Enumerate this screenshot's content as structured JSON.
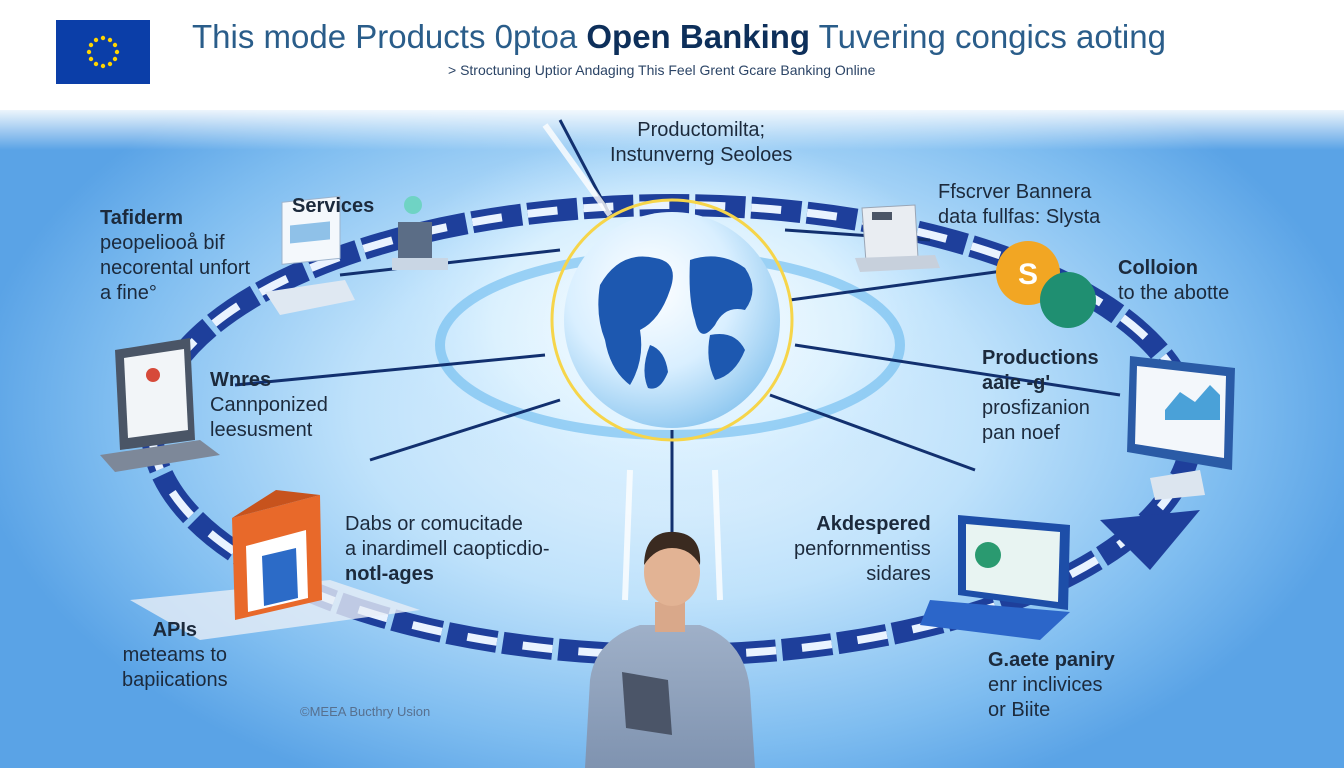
{
  "header": {
    "title_pre": "This mode Products 0ptoa ",
    "title_bold": "Open Banking",
    "title_post": " Tuvering congics aoting",
    "subtitle": "> Stroctuning Uptior Andaging This Feel Grent Gcare Banking Online"
  },
  "center": {
    "line1": "Productomilta;",
    "line2": "Instunverng Seoloes"
  },
  "nodes": {
    "services": {
      "title": "Services"
    },
    "tafiderm": {
      "line1": "Tafiderm",
      "line2": "peopeliooå bif",
      "line3": "necorental unfort",
      "line4": "a fine°"
    },
    "wnres": {
      "title": "Wnres",
      "line2": "Cannponized",
      "line3": "leesusment"
    },
    "dabs": {
      "title": "Dabs or comucitade",
      "line2": "a inardimell caopticdio-",
      "line3": "notl-ages"
    },
    "apis": {
      "title": "APIs",
      "line2": "meteams to",
      "line3": "bapiications"
    },
    "fiscrver": {
      "title": "Ffscrver Bannera",
      "line2": "data fullfas: Slysta"
    },
    "collcion": {
      "title": "Colloion",
      "line2": "to the abotte"
    },
    "productions": {
      "title": "Productions",
      "line2": "aaie -g'",
      "line3": "prosfizanion",
      "line4": "pan noef"
    },
    "akdespered": {
      "title": "Akdespered",
      "line2": "penfornmentiss",
      "line3": "sidares"
    },
    "gaete": {
      "title": "G.aete paniry",
      "line2": "enr inclivices",
      "line3": "or Biite"
    }
  },
  "credit": "©MEEA Bucthry Usion",
  "colors": {
    "ring": "#1e3f9b",
    "accent_orange": "#e8692a",
    "globe": "#1d58b0",
    "flag": "#0b3ea8",
    "star": "#ffd400"
  }
}
